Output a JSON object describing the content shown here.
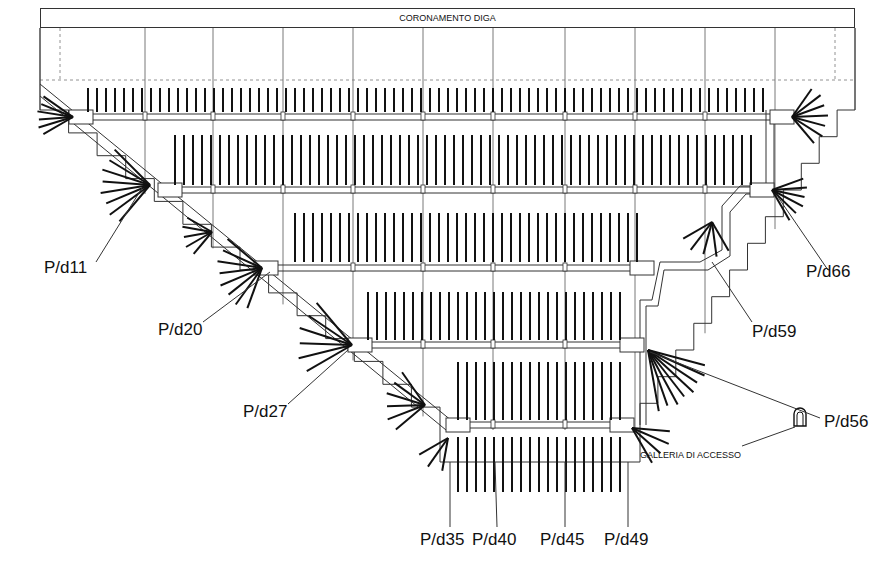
{
  "diagram": {
    "nodes": [
      {
        "text": [
          "CORONAMENTO DIGA"
        ]
      }
    ],
    "labels": [
      "P/d11",
      "P/d20",
      "P/d27",
      "P/d35",
      "P/d40",
      "P/d45",
      "P/d49",
      "P/d56",
      "P/d59",
      "P/d66",
      "GALLERIA DI ACCESSO"
    ]
  }
}
